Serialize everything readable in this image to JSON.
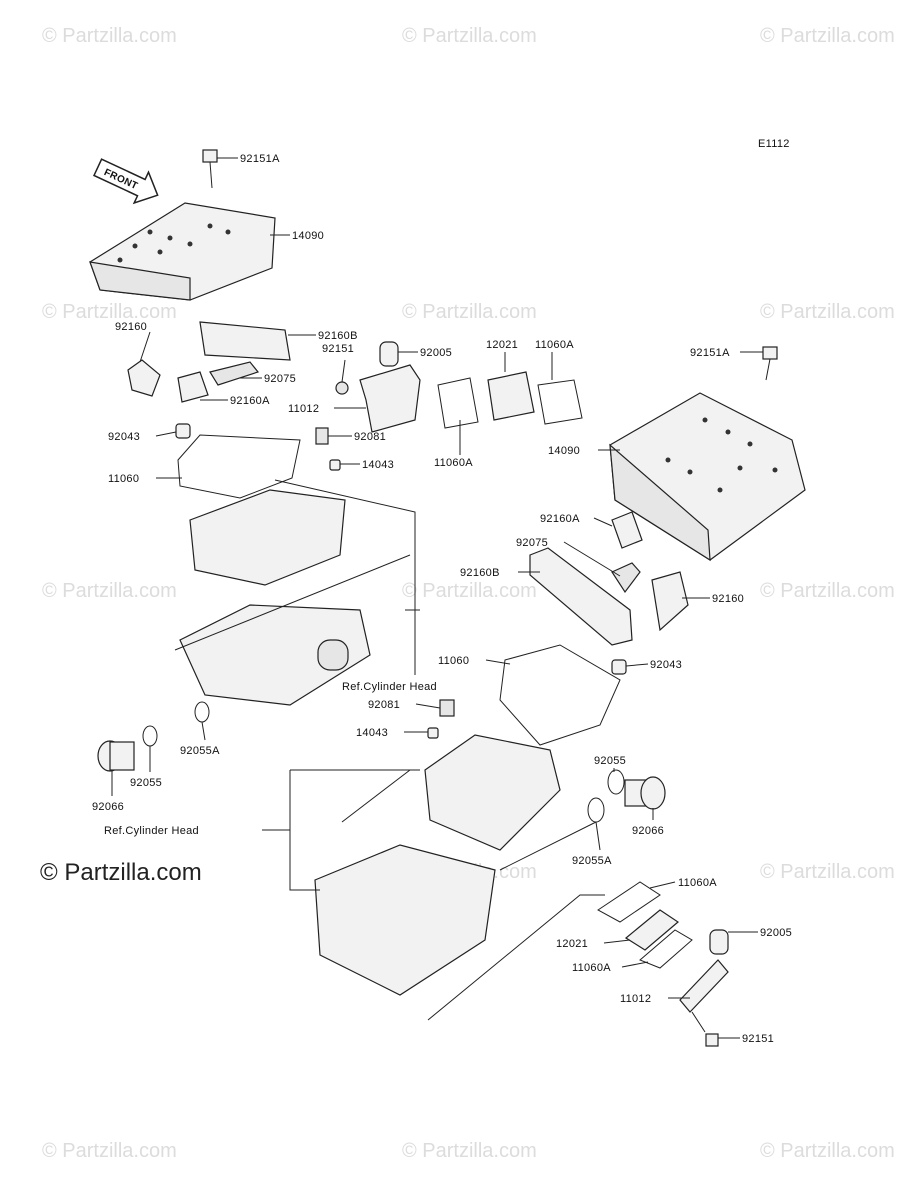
{
  "diagram_code": "E1112",
  "front_label": "FRONT",
  "watermark": "© Partzilla.com",
  "watermark_main": "© Partzilla.com",
  "ref_labels": [
    "Ref.Cylinder Head",
    "Ref.Cylinder Head"
  ],
  "parts": [
    "92151A",
    "14090",
    "92160",
    "92160B",
    "92151",
    "92005",
    "12021",
    "11060A",
    "92075",
    "11012",
    "92160A",
    "92043",
    "92081",
    "14043",
    "11060",
    "11060A",
    "92151A",
    "14090",
    "92160A",
    "92075",
    "92160B",
    "92160",
    "11060",
    "92043",
    "92081",
    "14043",
    "92055A",
    "92055",
    "92066",
    "92055",
    "92066",
    "92055A",
    "11060A",
    "12021",
    "11060A",
    "92005",
    "11012",
    "92151"
  ]
}
